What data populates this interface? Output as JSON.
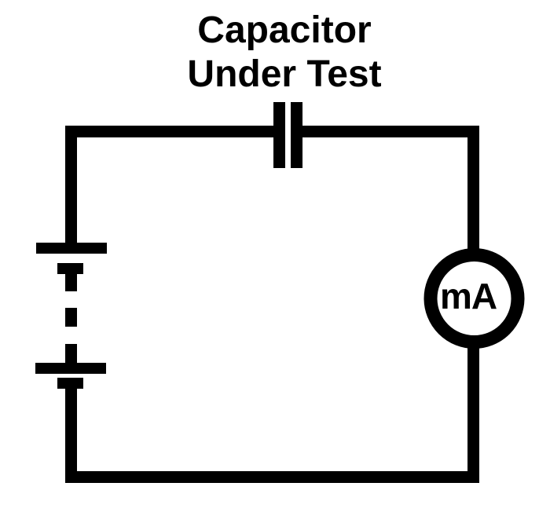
{
  "diagram": {
    "background_color": "#ffffff",
    "ink_color": "#000000",
    "title": {
      "line1": "Capacitor",
      "line2": "Under Test"
    },
    "ammeter": {
      "label": "mA"
    },
    "symbols": [
      "battery-symbol",
      "capacitor-symbol",
      "milliammeter-symbol"
    ]
  }
}
